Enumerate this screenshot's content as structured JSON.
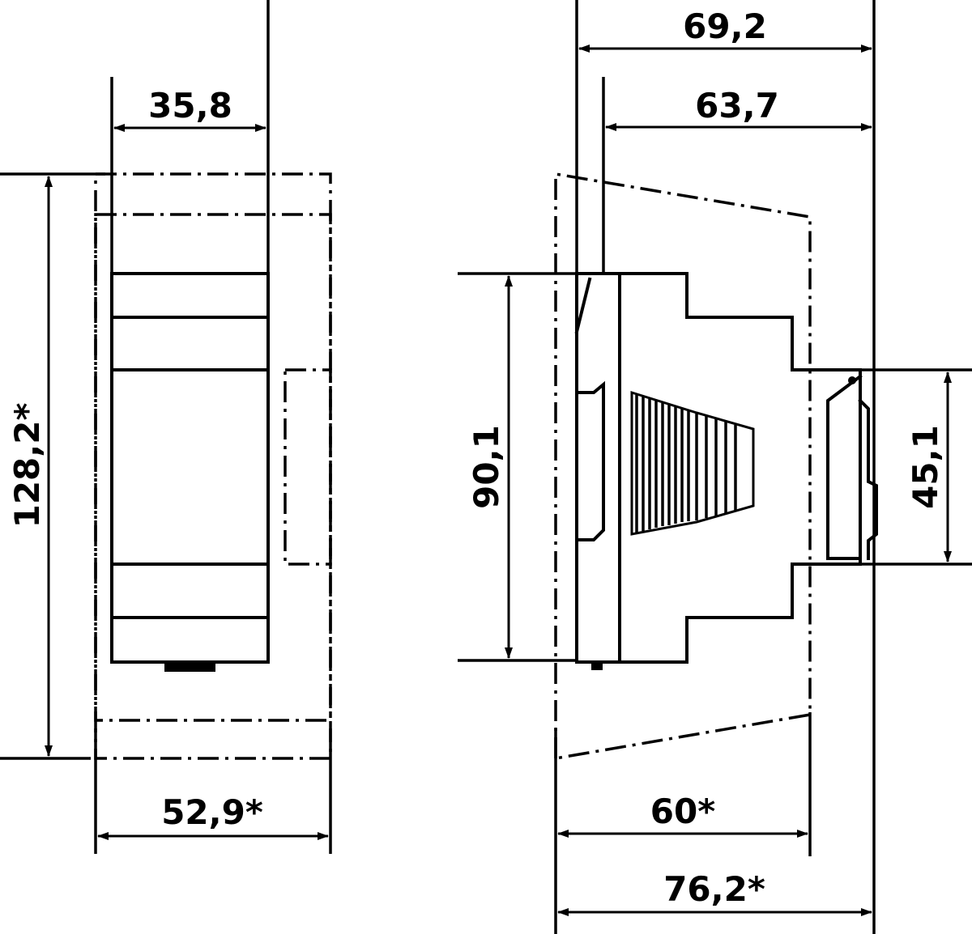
{
  "colors": {
    "line": "#000000",
    "background": "#ffffff"
  },
  "dimensions": {
    "front_width": "35,8",
    "front_total_width": "52,9*",
    "front_total_height": "128,2*",
    "side_total_depth": "69,2",
    "side_body_depth": "63,7",
    "side_height": "90,1",
    "side_front_height": "45,1",
    "side_clearance_depth": "60*",
    "side_overall_depth": "76,2*"
  }
}
